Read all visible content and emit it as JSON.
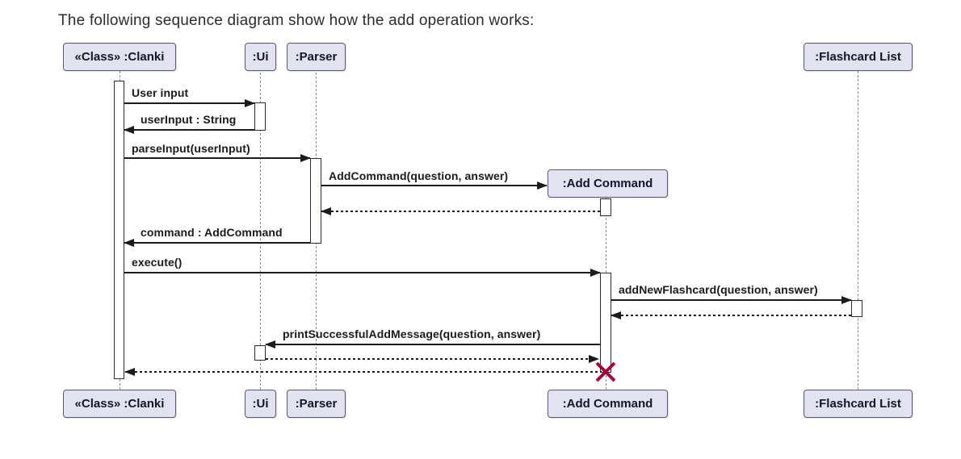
{
  "title": "The following sequence diagram show how the add operation works:",
  "participants": {
    "clanki": {
      "label": "«Class» :Clanki"
    },
    "ui": {
      "label": ":Ui"
    },
    "parser": {
      "label": ":Parser"
    },
    "add_command": {
      "label": ":Add Command"
    },
    "flashcard_list": {
      "label": ":Flashcard List"
    }
  },
  "messages": {
    "user_input": {
      "label": "User input"
    },
    "user_input_return": {
      "label": "userInput : String"
    },
    "parse_input": {
      "label": "parseInput(userInput)"
    },
    "add_command_create": {
      "label": "AddCommand(question, answer)"
    },
    "command_return": {
      "label": "command : AddCommand"
    },
    "execute": {
      "label": "execute()"
    },
    "add_new_flashcard": {
      "label": "addNewFlashcard(question, answer)"
    },
    "print_success": {
      "label": "printSuccessfulAddMessage(question, answer)"
    }
  },
  "colors": {
    "participant_fill": "#E2E2F0",
    "participant_border": "#5a5a6e",
    "line": "#1b1b1b",
    "lifeline": "#8a8a8a",
    "destroy": "#A80036",
    "title_color": "#2d2d2d",
    "text": "#1a1a1a"
  }
}
